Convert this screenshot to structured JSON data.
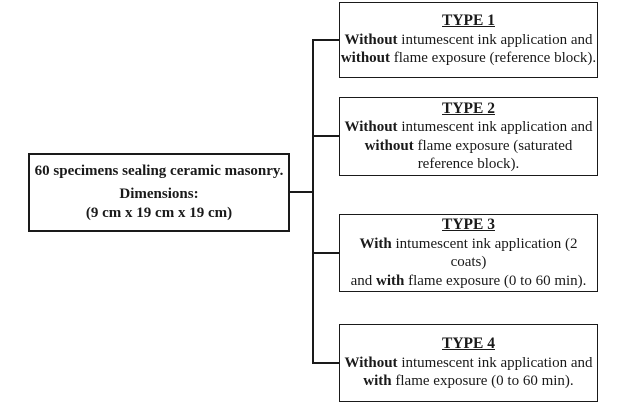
{
  "diagram": {
    "colors": {
      "ink": "#1a1a1a",
      "background": "#ffffff"
    },
    "root_box": {
      "line1": "60 specimens sealing ceramic masonry.",
      "line2": "Dimensions:",
      "line3": "(9 cm x 19 cm x 19 cm)"
    },
    "type_boxes": [
      {
        "title": "TYPE 1",
        "lines": [
          [
            {
              "text": "Without",
              "bold": true
            },
            {
              "text": " intumescent ink application and",
              "bold": false
            }
          ],
          [
            {
              "text": "without",
              "bold": true
            },
            {
              "text": " flame exposure (reference block).",
              "bold": false
            }
          ]
        ]
      },
      {
        "title": "TYPE 2",
        "lines": [
          [
            {
              "text": "Without",
              "bold": true
            },
            {
              "text": " intumescent ink application and",
              "bold": false
            }
          ],
          [
            {
              "text": "without",
              "bold": true
            },
            {
              "text": " flame exposure (saturated",
              "bold": false
            }
          ],
          [
            {
              "text": "reference block).",
              "bold": false
            }
          ]
        ]
      },
      {
        "title": "TYPE 3",
        "lines": [
          [
            {
              "text": "With",
              "bold": true
            },
            {
              "text": " intumescent ink application (2 coats)",
              "bold": false
            }
          ],
          [
            {
              "text": "and ",
              "bold": false
            },
            {
              "text": "with",
              "bold": true
            },
            {
              "text": " flame exposure (0 to 60 min).",
              "bold": false
            }
          ]
        ]
      },
      {
        "title": "TYPE 4",
        "lines": [
          [
            {
              "text": "Without",
              "bold": true
            },
            {
              "text": " intumescent ink application and",
              "bold": false
            }
          ],
          [
            {
              "text": "with",
              "bold": true
            },
            {
              "text": " flame exposure (0 to 60 min).",
              "bold": false
            }
          ]
        ]
      }
    ]
  }
}
